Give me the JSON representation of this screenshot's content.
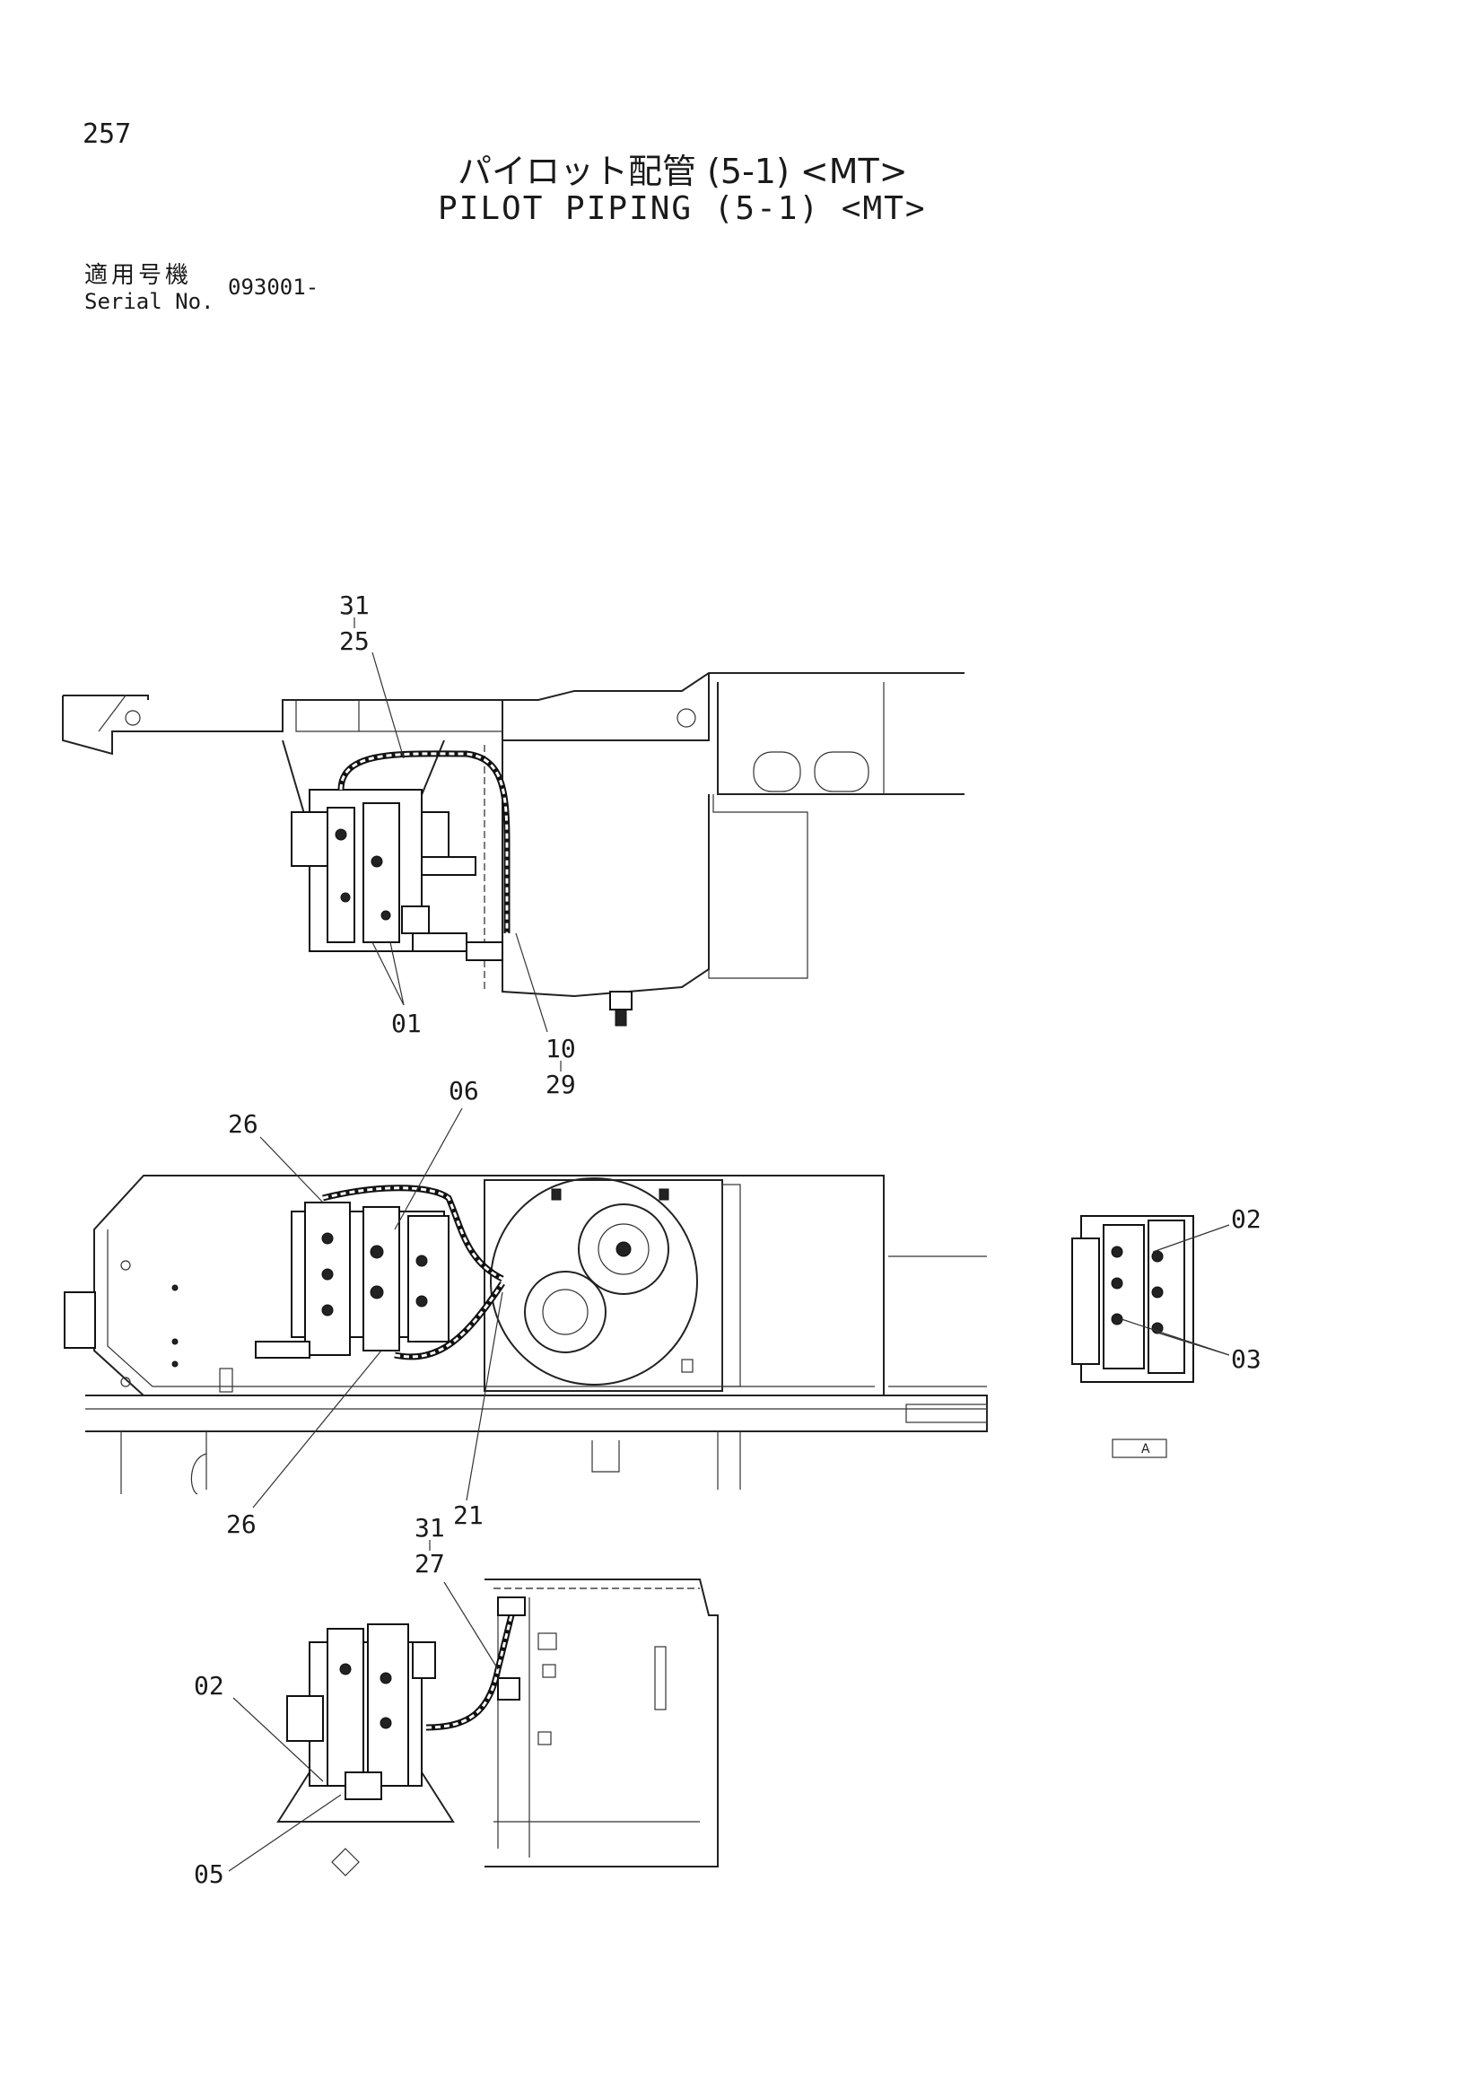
{
  "page_number": "257",
  "title_ja": "パイロット配管 (5-1) <MT>",
  "title_en": "PILOT PIPING (5-1) <MT>",
  "serial": {
    "label_ja": "適用号機",
    "label_en": "Serial No.",
    "value": "093001-"
  },
  "view_a_label": "A",
  "callouts": {
    "top_view": [
      "31",
      "25",
      "01",
      "10",
      "29"
    ],
    "middle_view": [
      "06",
      "26",
      "26",
      "21"
    ],
    "side_detail": [
      "02",
      "03"
    ],
    "bottom_view": [
      "31",
      "27",
      "02",
      "05"
    ]
  }
}
